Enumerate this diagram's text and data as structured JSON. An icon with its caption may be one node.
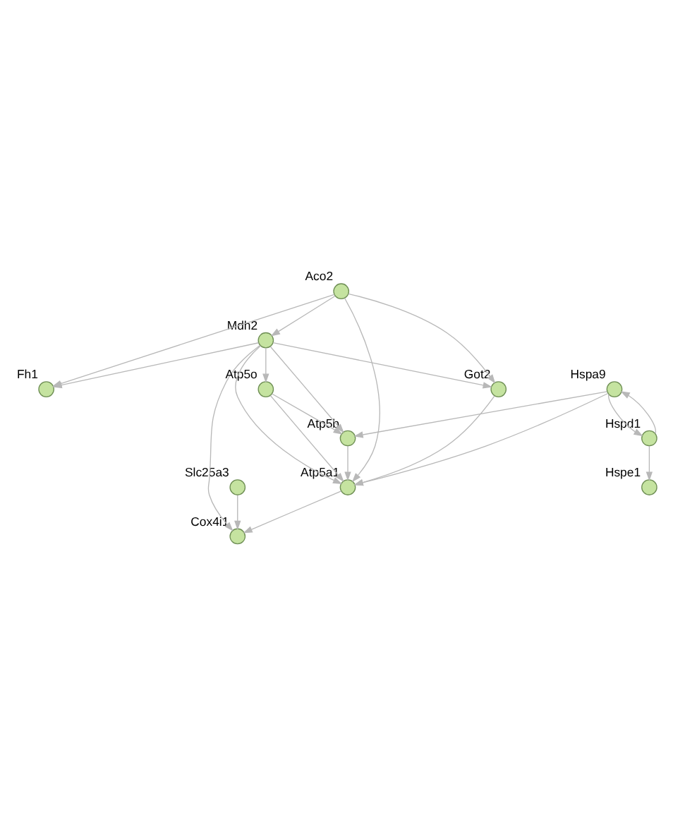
{
  "diagram": {
    "nodes": [
      {
        "text": [
          "Slc25a3"
        ]
      },
      {
        "text": [
          "Got2"
        ]
      },
      {
        "text": [
          "Cox4i1"
        ]
      },
      {
        "text": [
          "Fh1"
        ]
      },
      {
        "text": [
          "Mdh2"
        ]
      },
      {
        "text": [
          "Aco2"
        ]
      },
      {
        "text": [
          "Atp5o"
        ]
      },
      {
        "text": [
          "Atp5a1"
        ]
      },
      {
        "text": [
          "Hspa9"
        ]
      },
      {
        "text": [
          "Atp5b"
        ]
      },
      {
        "text": [
          "Hspd1"
        ]
      },
      {
        "text": [
          "Hspe1"
        ]
      }
    ],
    "edges": [
      {
        "from": 5,
        "to": 1,
        "arrow": "to"
      },
      {
        "from": 4,
        "to": 1,
        "arrow": "to"
      },
      {
        "from": 4,
        "to": 3,
        "arrow": "to"
      },
      {
        "from": 5,
        "to": 3,
        "arrow": "to"
      },
      {
        "from": 5,
        "to": 4,
        "arrow": "to"
      },
      {
        "from": 5,
        "to": 7,
        "arrow": "to"
      },
      {
        "from": 1,
        "to": 7,
        "arrow": "to"
      },
      {
        "from": 4,
        "to": 2,
        "arrow": "to"
      },
      {
        "from": 0,
        "to": 2,
        "arrow": "to"
      },
      {
        "from": 7,
        "to": 2,
        "arrow": "to"
      },
      {
        "from": 4,
        "to": 6,
        "arrow": "to"
      },
      {
        "from": 4,
        "to": 7,
        "arrow": "to"
      },
      {
        "from": 4,
        "to": 9,
        "arrow": "to"
      },
      {
        "from": 6,
        "to": 7,
        "arrow": "to"
      },
      {
        "from": 6,
        "to": 9,
        "arrow": "to"
      },
      {
        "from": 9,
        "to": 7,
        "arrow": "to"
      },
      {
        "from": 8,
        "to": 7,
        "arrow": "to"
      },
      {
        "from": 8,
        "to": 9,
        "arrow": "to"
      },
      {
        "from": 8,
        "to": 10,
        "arrow": "to"
      },
      {
        "from": 10,
        "to": 8,
        "arrow": "to"
      },
      {
        "from": 10,
        "to": 11,
        "arrow": "to"
      }
    ]
  }
}
